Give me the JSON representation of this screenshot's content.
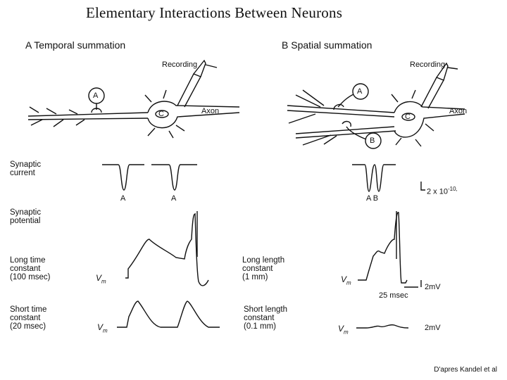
{
  "title": "Elementary Interactions Between Neurons",
  "panel_a": {
    "label": "A  Temporal summation",
    "recording": "Recording",
    "axon": "Axon",
    "neuron_a": "A",
    "cell_label": "C"
  },
  "panel_b": {
    "label": "B  Spatial summation",
    "recording": "Recording",
    "axon": "Axon",
    "neuron_a": "A",
    "neuron_b": "B",
    "cell_label": "C"
  },
  "rows": {
    "synaptic_current": "Synaptic\ncurrent",
    "synaptic_potential": "Synaptic\npotential",
    "long_time": "Long time\nconstant\n(100 msec)",
    "short_time": "Short time\nconstant\n(20 msec)",
    "long_length": "Long length\nconstant\n(1 mm)",
    "short_length": "Short length\nconstant\n(0.1 mm)"
  },
  "trace_labels": {
    "a1": "A",
    "a2": "A",
    "ab": "A B",
    "current_scale": "2 x 10",
    "current_exp": "-10,",
    "vm": "V",
    "vm_sub": "m",
    "mv_scale_1": "2mV",
    "mv_scale_2": "2mV",
    "time_scale": "25 msec"
  },
  "credit": "D'apres Kandel et al"
}
